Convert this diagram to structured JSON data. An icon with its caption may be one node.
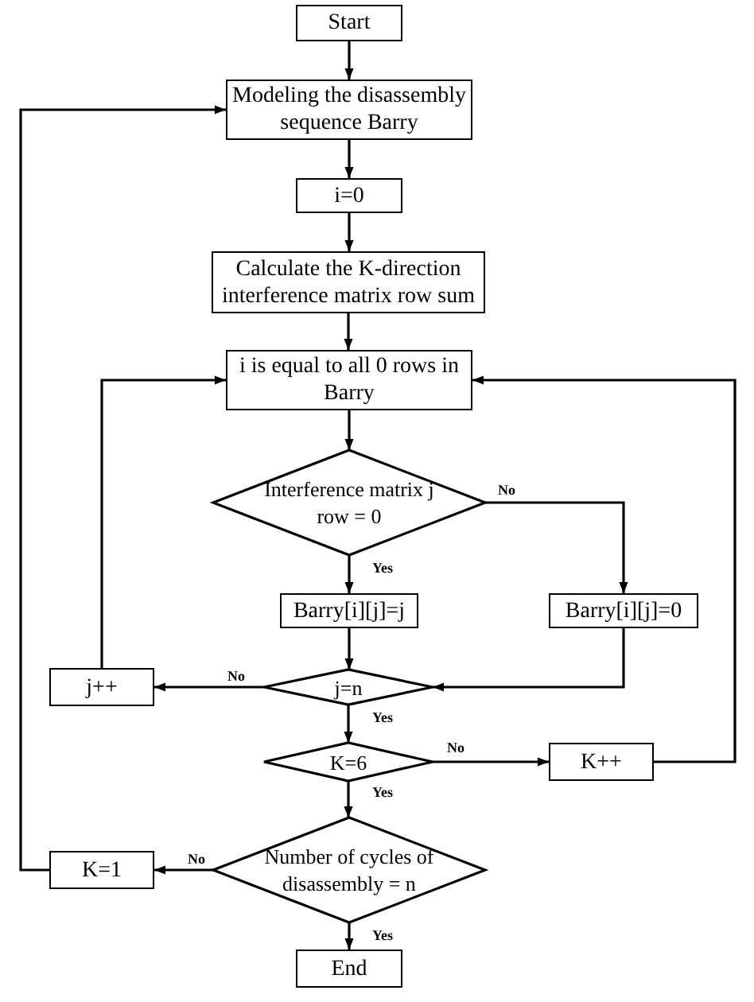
{
  "diagram": {
    "nodes": [
      {
        "text": [
          "Start"
        ]
      },
      {
        "text": [
          "Modeling the disassembly sequence Barry"
        ]
      },
      {
        "text": [
          "i=0"
        ]
      },
      {
        "text": [
          "Calculate the K-direction interference matrix row sum"
        ]
      },
      {
        "text": [
          "i is equal to all 0 rows in Barry"
        ]
      },
      {
        "text": [
          "Interference matrix j row = 0"
        ]
      },
      {
        "text": [
          "Barry[i][j]=j"
        ]
      },
      {
        "text": [
          "Barry[i][j]=0"
        ]
      },
      {
        "text": [
          "j++"
        ]
      },
      {
        "text": [
          "j=n"
        ]
      },
      {
        "text": [
          "K=6"
        ]
      },
      {
        "text": [
          "K++"
        ]
      },
      {
        "text": [
          "Number of cycles of disassembly = n"
        ]
      },
      {
        "text": [
          "K=1"
        ]
      },
      {
        "text": [
          "End"
        ]
      }
    ],
    "edges": [
      {
        "from": 0,
        "to": 1,
        "arrow": "to"
      },
      {
        "from": 1,
        "to": 2,
        "arrow": "to"
      },
      {
        "from": 2,
        "to": 3,
        "arrow": "to"
      },
      {
        "from": 3,
        "to": 4,
        "arrow": "to"
      },
      {
        "from": 4,
        "to": 5,
        "arrow": "to"
      },
      {
        "from": 5,
        "to": 6,
        "arrow": "to",
        "label": "Yes"
      },
      {
        "from": 5,
        "to": 7,
        "arrow": "to",
        "label": "No"
      },
      {
        "from": 6,
        "to": 9,
        "arrow": "to"
      },
      {
        "from": 7,
        "to": 9,
        "arrow": "to"
      },
      {
        "from": 9,
        "to": 8,
        "arrow": "to",
        "label": "No"
      },
      {
        "from": 8,
        "to": 4,
        "arrow": "to"
      },
      {
        "from": 9,
        "to": 10,
        "arrow": "to",
        "label": "Yes"
      },
      {
        "from": 10,
        "to": 11,
        "arrow": "to",
        "label": "No"
      },
      {
        "from": 11,
        "to": 4,
        "arrow": "to"
      },
      {
        "from": 10,
        "to": 12,
        "arrow": "to",
        "label": "Yes"
      },
      {
        "from": 12,
        "to": 13,
        "arrow": "to",
        "label": "No"
      },
      {
        "from": 13,
        "to": 1,
        "arrow": "to"
      },
      {
        "from": 12,
        "to": 14,
        "arrow": "to",
        "label": "Yes"
      }
    ]
  }
}
